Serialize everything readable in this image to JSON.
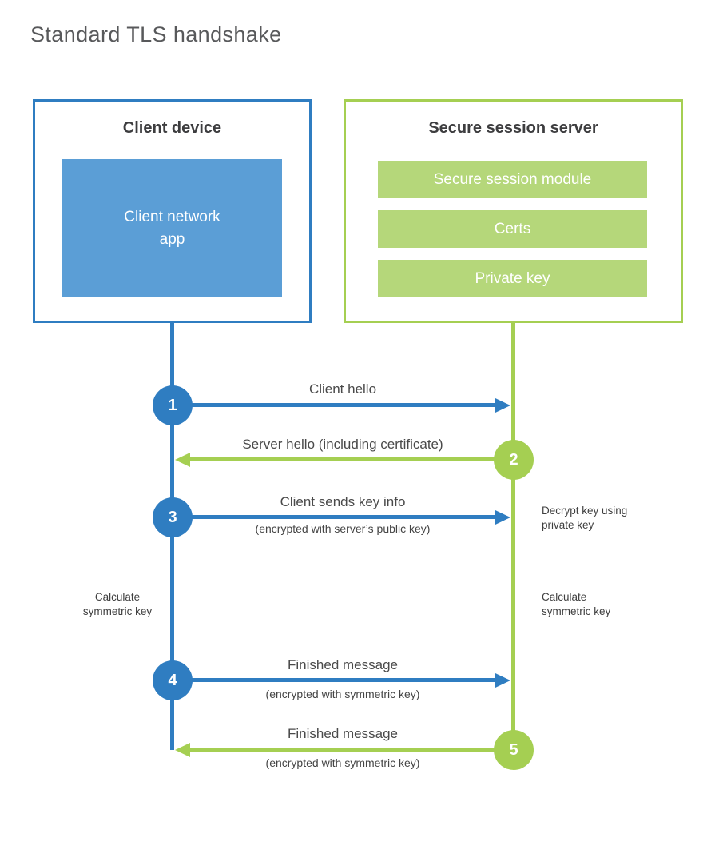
{
  "title": "Standard TLS handshake",
  "colors": {
    "client_blue": "#2f7dc1",
    "client_fill_blue": "#5b9ed6",
    "server_green": "#a5cf52",
    "server_fill_green": "#b5d77a",
    "heading_text": "#3d3d3f",
    "label_text": "#4a4a4a",
    "title_text": "#58595b"
  },
  "client": {
    "heading": "Client device",
    "app_label": "Client network\napp"
  },
  "server": {
    "heading": "Secure session server",
    "components": [
      "Secure session module",
      "Certs",
      "Private key"
    ]
  },
  "steps": [
    {
      "num": "1",
      "direction": "client-to-server",
      "label": "Client hello",
      "sublabel": ""
    },
    {
      "num": "2",
      "direction": "server-to-client",
      "label": "Server hello (including certificate)",
      "sublabel": ""
    },
    {
      "num": "3",
      "direction": "client-to-server",
      "label": "Client sends key info",
      "sublabel": "(encrypted with server’s public key)"
    },
    {
      "num": "4",
      "direction": "client-to-server",
      "label": "Finished message",
      "sublabel": "(encrypted with symmetric key)"
    },
    {
      "num": "5",
      "direction": "server-to-client",
      "label": "Finished message",
      "sublabel": "(encrypted with symmetric key)"
    }
  ],
  "notes": {
    "decrypt": "Decrypt key using\nprivate key",
    "calc_client": "Calculate\nsymmetric key",
    "calc_server": "Calculate\nsymmetric key"
  }
}
